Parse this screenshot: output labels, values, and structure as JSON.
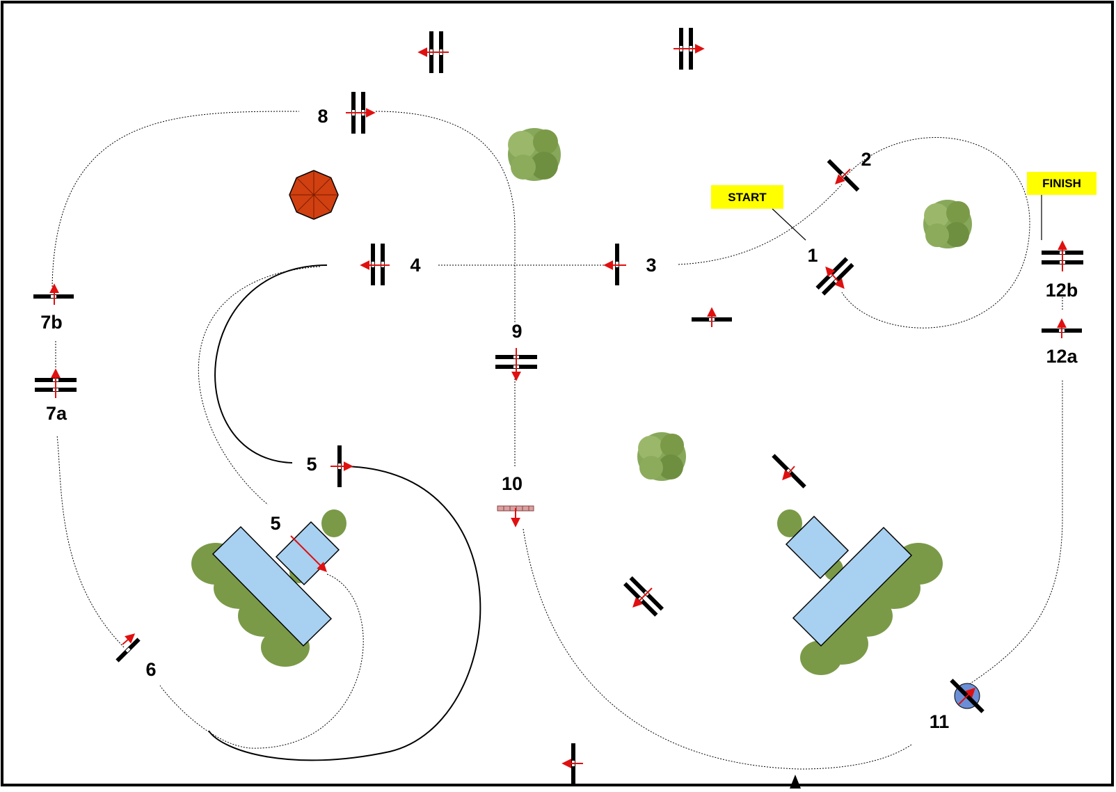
{
  "course": {
    "start_label": "START",
    "finish_label": "FINISH",
    "labels": {
      "n1": "1",
      "n2": "2",
      "n3": "3",
      "n4": "4",
      "n5a": "5",
      "n5b": "5",
      "n6": "6",
      "n7a": "7a",
      "n7b": "7b",
      "n8": "8",
      "n9": "9",
      "n10": "10",
      "n11": "11",
      "n12a": "12a",
      "n12b": "12b"
    }
  },
  "colors": {
    "background": "#ffffff",
    "frame": "#000000",
    "route": "#000000",
    "direction_arrow": "#e01010",
    "label_bg": "#ffff00",
    "water": "#a8d0f0",
    "hedge": "#7a9a48",
    "tree": "#87a85a",
    "umbrella": "#d04010",
    "pole": "#000000",
    "blue_disc": "#6b8fd6",
    "wall": "#b07070"
  },
  "icons": [
    "jump-fence-icon",
    "direction-arrow-icon",
    "tree-icon",
    "umbrella-icon",
    "water-pond-icon",
    "hedge-icon",
    "entrance-marker-icon"
  ]
}
